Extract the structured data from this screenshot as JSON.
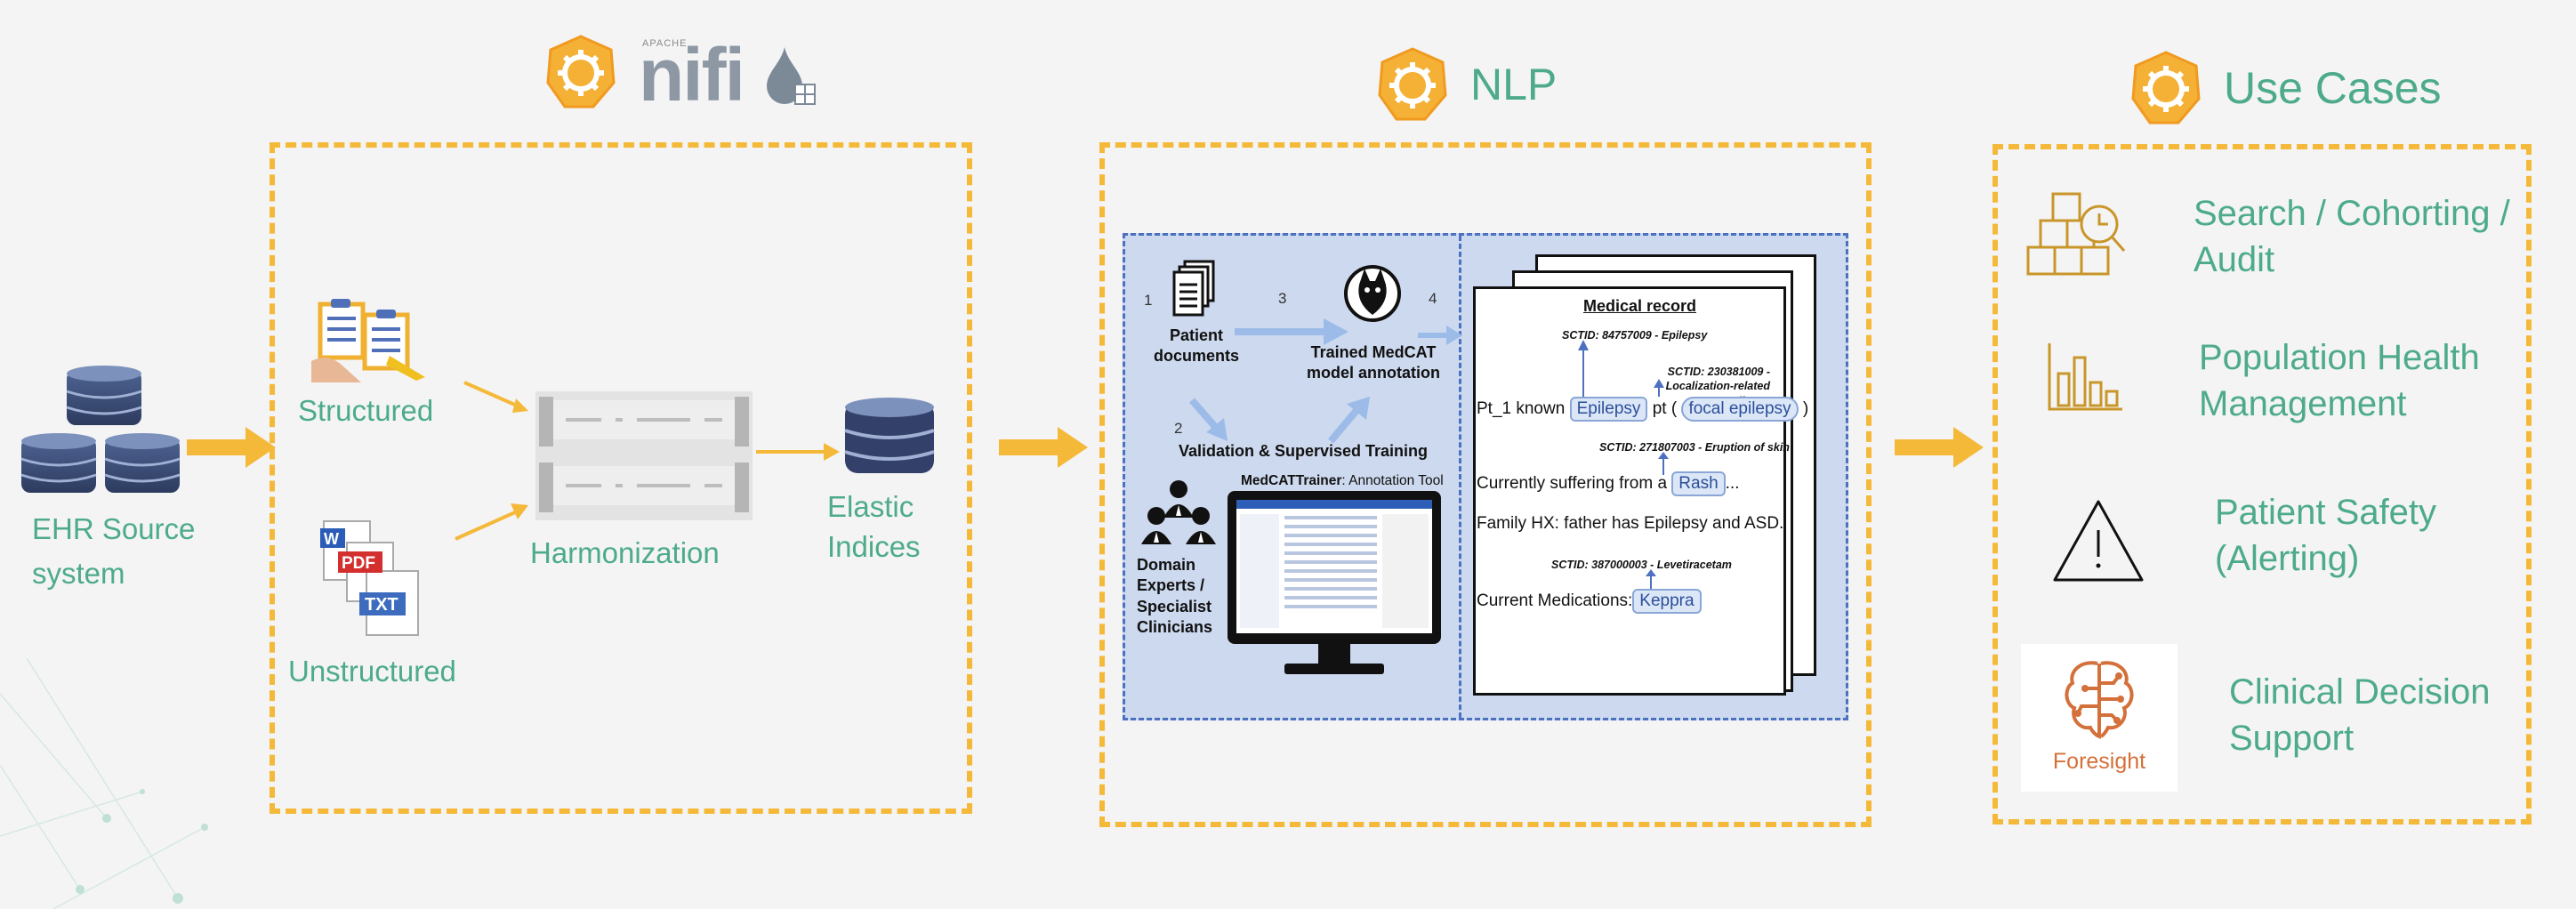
{
  "colors": {
    "accent_orange": "#f5b93a",
    "label_green": "#4dab8a",
    "panel_blue": "#cdd9ee",
    "foresight_orange": "#d4703a"
  },
  "header_nifi": {
    "brand_small": "APACHE",
    "brand": "nifi"
  },
  "header_nlp": {
    "title": "NLP"
  },
  "header_use_cases": {
    "title": "Use Cases"
  },
  "source": {
    "label": "EHR Source system"
  },
  "ingest": {
    "structured": "Structured",
    "unstructured": "Unstructured",
    "harmonization": "Harmonization",
    "elastic": "Elastic Indices",
    "file_tags": [
      "W",
      "PDF",
      "TXT"
    ]
  },
  "nlp": {
    "steps": [
      "1",
      "2",
      "3",
      "4"
    ],
    "patient_docs": "Patient documents",
    "trained_model": "Trained MedCAT model annotation",
    "validation": "Validation & Supervised Training",
    "experts": "Domain Experts / Specialist Clinicians",
    "trainer_bold": "MedCATTrainer",
    "trainer_rest": ": Annotation Tool",
    "record": {
      "title": "Medical record",
      "sctid1": "SCTID: 84757009 - Epilepsy",
      "sctid2": "SCTID: 230381009 - Localization-related epilepsy",
      "line1_pre": "Pt_1 known",
      "line1_chip1": "Epilepsy",
      "line1_mid": "pt",
      "line1_paren_open": "(",
      "line1_chip2": "focal epilepsy",
      "line1_paren_close": ")",
      "sctid3": "SCTID: 271807003 - Eruption of skin",
      "line2_pre": "Currently suffering from a",
      "line2_chip": "Rash",
      "line2_post": "...",
      "line3": "Family HX: father has Epilepsy and ASD.",
      "sctid4": "SCTID: 387000003 - Levetiracetam",
      "line4_pre": "Current Medications:",
      "line4_chip": "Keppra"
    }
  },
  "use_cases": {
    "items": [
      {
        "label_l1": "Search / Cohorting /",
        "label_l2": "Audit",
        "icon": "search-boxes-icon"
      },
      {
        "label_l1": "Population Health",
        "label_l2": "Management",
        "icon": "bar-chart-icon"
      },
      {
        "label_l1": "Patient Safety",
        "label_l2": "(Alerting)",
        "icon": "warning-icon"
      },
      {
        "label_l1": "Clinical Decision",
        "label_l2": "Support",
        "icon": "brain-icon"
      }
    ],
    "foresight_label": "Foresight"
  }
}
